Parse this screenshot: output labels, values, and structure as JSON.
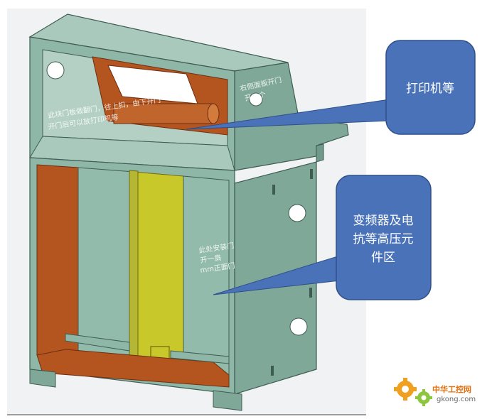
{
  "callouts": {
    "printer": {
      "label": "打印机等"
    },
    "inverter": {
      "lines": [
        "变频器及电",
        "抗等高压元",
        "件区"
      ]
    }
  },
  "panel_notes": {
    "top_front": [
      "此块门板做翻门，往上扣，由下开门",
      "开门后可以放打印机等"
    ],
    "top_side": [
      "右侧面板开门",
      "开一个"
    ],
    "mid_front": [
      "此处安装门",
      "开一扇",
      "mm正面门"
    ]
  },
  "watermark": {
    "brand_cn": "中华工控网",
    "brand_url": "gkong.com"
  },
  "colors": {
    "cabinet": "#8fb7a8",
    "cabinet_dark": "#6f9a8b",
    "interior": "#b4541f",
    "door_yellow": "#c9c82a",
    "callout": "#4a72b8",
    "callout_border": "#2f4f8a"
  }
}
